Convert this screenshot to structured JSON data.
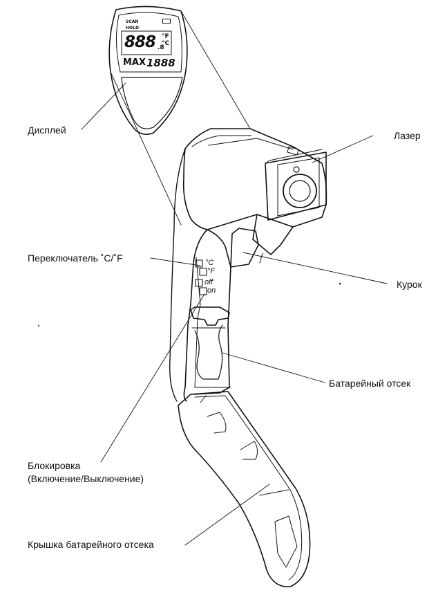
{
  "labels": {
    "display": "Дисплей",
    "laser": "Лазер",
    "switch_cf": "Переключатель ˚C/˚F",
    "trigger": "Курок",
    "battery_compartment": "Батарейный отсек",
    "lock_line1": "Блокировка",
    "lock_line2": "(Включение/Выключение)",
    "battery_cover": "Крышка батарейного отсека"
  },
  "lcd": {
    "scan": "SCAN",
    "hold": "HOLD",
    "digits": "888",
    "decimal": ".8",
    "unit_f": "°F",
    "unit_c": "°C",
    "max_label": "MAX",
    "max_digits": "1888"
  },
  "switches": {
    "celsius": "°C",
    "fahrenheit": "°F",
    "off": "off",
    "on": "on"
  }
}
